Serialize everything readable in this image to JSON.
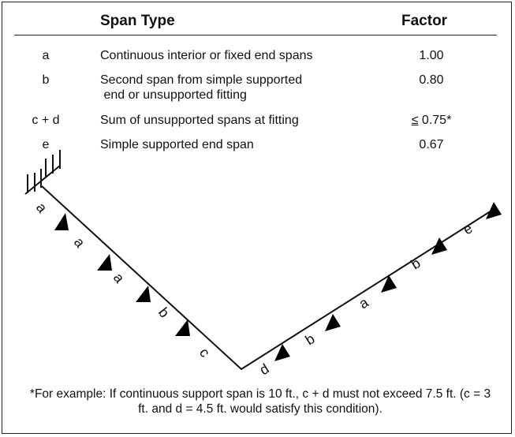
{
  "table": {
    "headers": {
      "span_type": "Span Type",
      "factor": "Factor"
    },
    "rows": [
      {
        "letter": "a",
        "desc": "Continuous interior or fixed end spans",
        "factor": "1.00"
      },
      {
        "letter": "b",
        "desc": "Second span from simple supported\n end or unsupported fitting",
        "factor": "0.80"
      },
      {
        "letter": "c + d",
        "desc": "Sum of unsupported spans at fitting",
        "factor_symbol": "≤",
        "factor": " 0.75*"
      },
      {
        "letter": "e",
        "desc": "Simple supported end span",
        "factor": "0.67"
      }
    ]
  },
  "diagram": {
    "left_leg_labels": [
      "a",
      "a",
      "a",
      "b",
      "c"
    ],
    "right_leg_labels": [
      "d",
      "b",
      "a",
      "b",
      "e"
    ]
  },
  "footnote": "*For example:  If continuous support span is 10 ft., c + d must not exceed 7.5 ft. (c = 3 ft. and d = 4.5 ft. would satisfy this condition)."
}
